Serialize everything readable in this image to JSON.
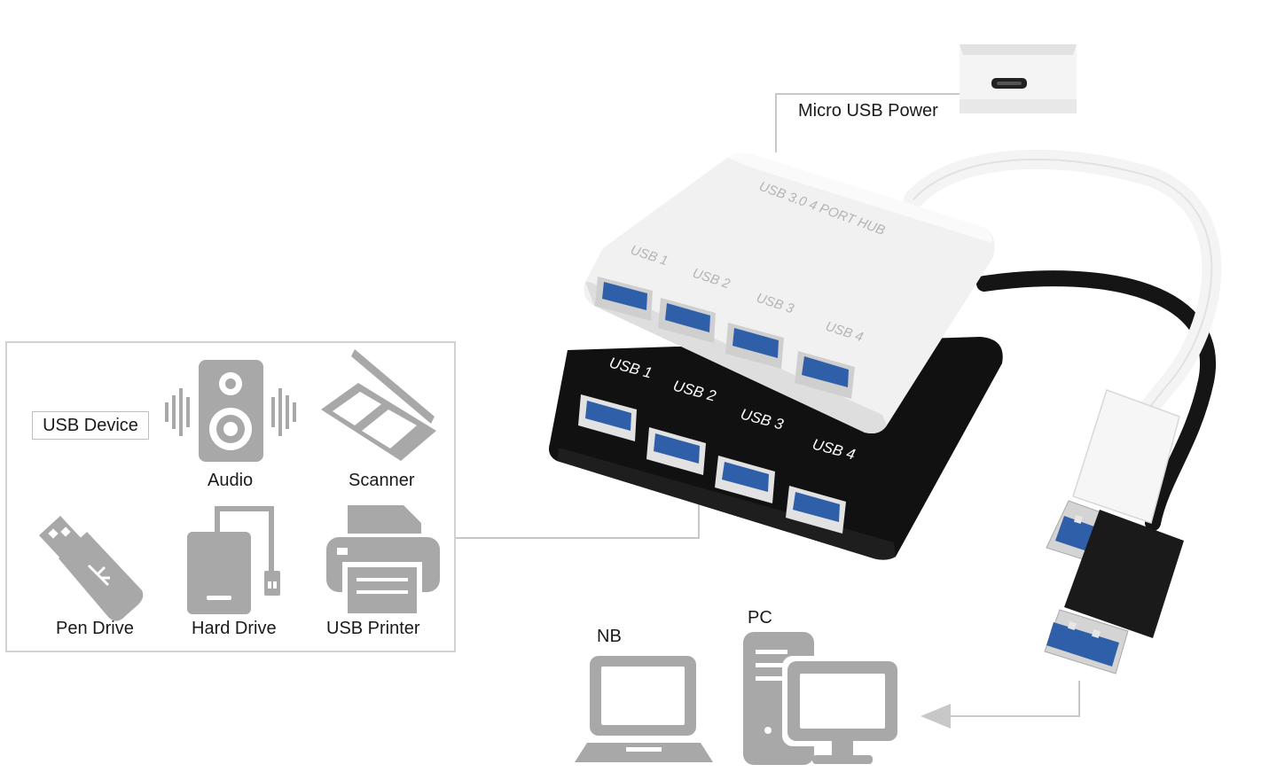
{
  "power": {
    "label": "Micro USB Power"
  },
  "hub_white": {
    "title": "USB 3.0 4 PORT HUB",
    "ports": [
      "USB 1",
      "USB 2",
      "USB 3",
      "USB 4"
    ]
  },
  "hub_black": {
    "ports": [
      "USB 1",
      "USB 2",
      "USB 3",
      "USB 4"
    ]
  },
  "devices": {
    "tag": "USB Device",
    "items": [
      {
        "label": "Audio",
        "icon": "speaker-icon"
      },
      {
        "label": "Scanner",
        "icon": "scanner-icon"
      },
      {
        "label": "Pen Drive",
        "icon": "usb-flash-drive-icon"
      },
      {
        "label": "Hard Drive",
        "icon": "external-hard-drive-icon"
      },
      {
        "label": "USB Printer",
        "icon": "printer-icon"
      }
    ]
  },
  "hosts": {
    "items": [
      {
        "label": "NB",
        "icon": "laptop-icon"
      },
      {
        "label": "PC",
        "icon": "desktop-pc-icon"
      }
    ]
  },
  "colors": {
    "icon_gray": "#a8a8a8",
    "connector_line": "#c8c8c8",
    "hub_white": "#f1f1f1",
    "hub_black": "#111111",
    "usb3_blue": "#2f5fa8"
  }
}
